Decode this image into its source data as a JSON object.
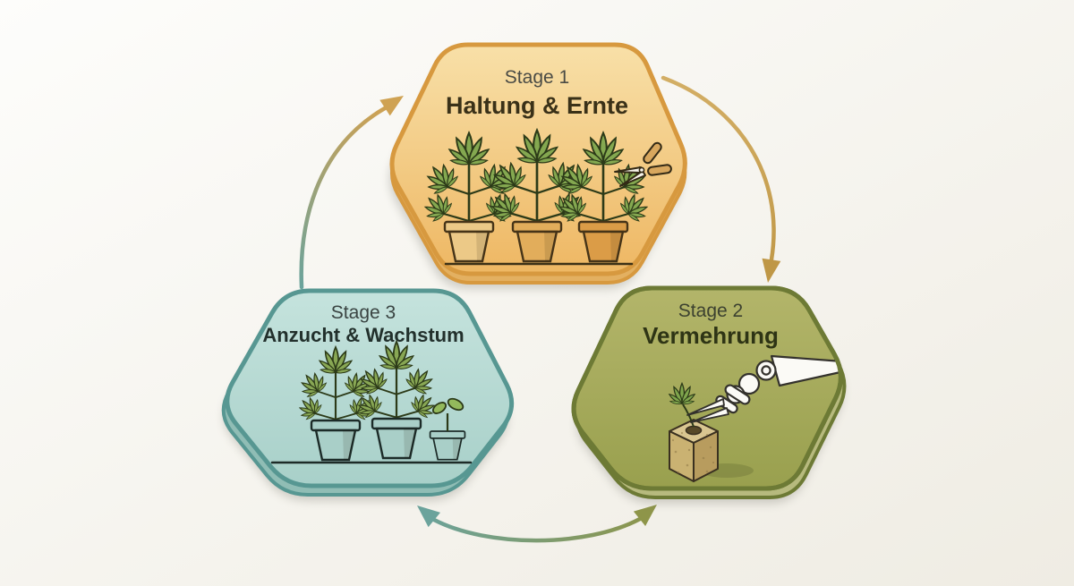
{
  "diagram": {
    "kind": "three-stage-cycle",
    "background": {
      "from": "#fdfdfb",
      "to": "#efece3"
    }
  },
  "stages": [
    {
      "label": "Stage 1",
      "title": "Haltung & Ernte",
      "hex": {
        "fill_top": "#f8e0a8",
        "fill_bottom": "#eeb763",
        "border": "#d7993f",
        "side": "#e3b061",
        "label_color": "#4a4b45",
        "title_color": "#3a3118"
      },
      "illustration": {
        "icons": [
          "cannabis-plant-icon",
          "plant-pot-icon",
          "pruning-shears-icon"
        ],
        "leaf_color": "#84a850",
        "outline_color": "#2c3a18",
        "pot_colors": [
          "#ecc987",
          "#e2ad5b",
          "#db9c47"
        ],
        "handle_color": "#d8a75e"
      }
    },
    {
      "label": "Stage 2",
      "title": "Vermehrung",
      "hex": {
        "fill_top": "#b3b56a",
        "fill_bottom": "#99a04e",
        "border": "#6d7a35",
        "side": "#b7ba7e",
        "label_color": "#3c4130",
        "title_color": "#2e3415"
      },
      "illustration": {
        "icons": [
          "robot-arm-icon",
          "tweezers-icon",
          "seedling-cutting-icon",
          "rockwool-cube-icon"
        ],
        "leaf_color": "#7fa64d",
        "outline_color": "#33312c",
        "cube_top": "#d9c691",
        "cube_left": "#cab272",
        "cube_right": "#b89c5e",
        "arm_color": "#fbfaf6"
      }
    },
    {
      "label": "Stage 3",
      "title": "Anzucht & Wachstum",
      "hex": {
        "fill_top": "#c5e3dd",
        "fill_bottom": "#a8d0c9",
        "border": "#579792",
        "side": "#90bdb5",
        "label_color": "#3a4442",
        "title_color": "#22302c"
      },
      "illustration": {
        "icons": [
          "cannabis-plant-icon",
          "plant-pot-icon",
          "seedling-icon"
        ],
        "leaf_color": "#88a754",
        "outline_color": "#1f2f2c",
        "pot_color": "#a9cfc8",
        "seedling_color": "#93b95c"
      }
    }
  ],
  "arrows": [
    {
      "name": "stage-3-to-stage-1",
      "color_from": "#6ba39c",
      "color_to": "#cfa253",
      "heads": "end"
    },
    {
      "name": "stage-1-to-stage-2",
      "color_from": "#d3ae65",
      "color_to": "#bf9746",
      "heads": "end"
    },
    {
      "name": "stage-2-to-stage-3",
      "color_from": "#6ba39c",
      "color_to": "#8e9549",
      "heads": "both"
    }
  ]
}
